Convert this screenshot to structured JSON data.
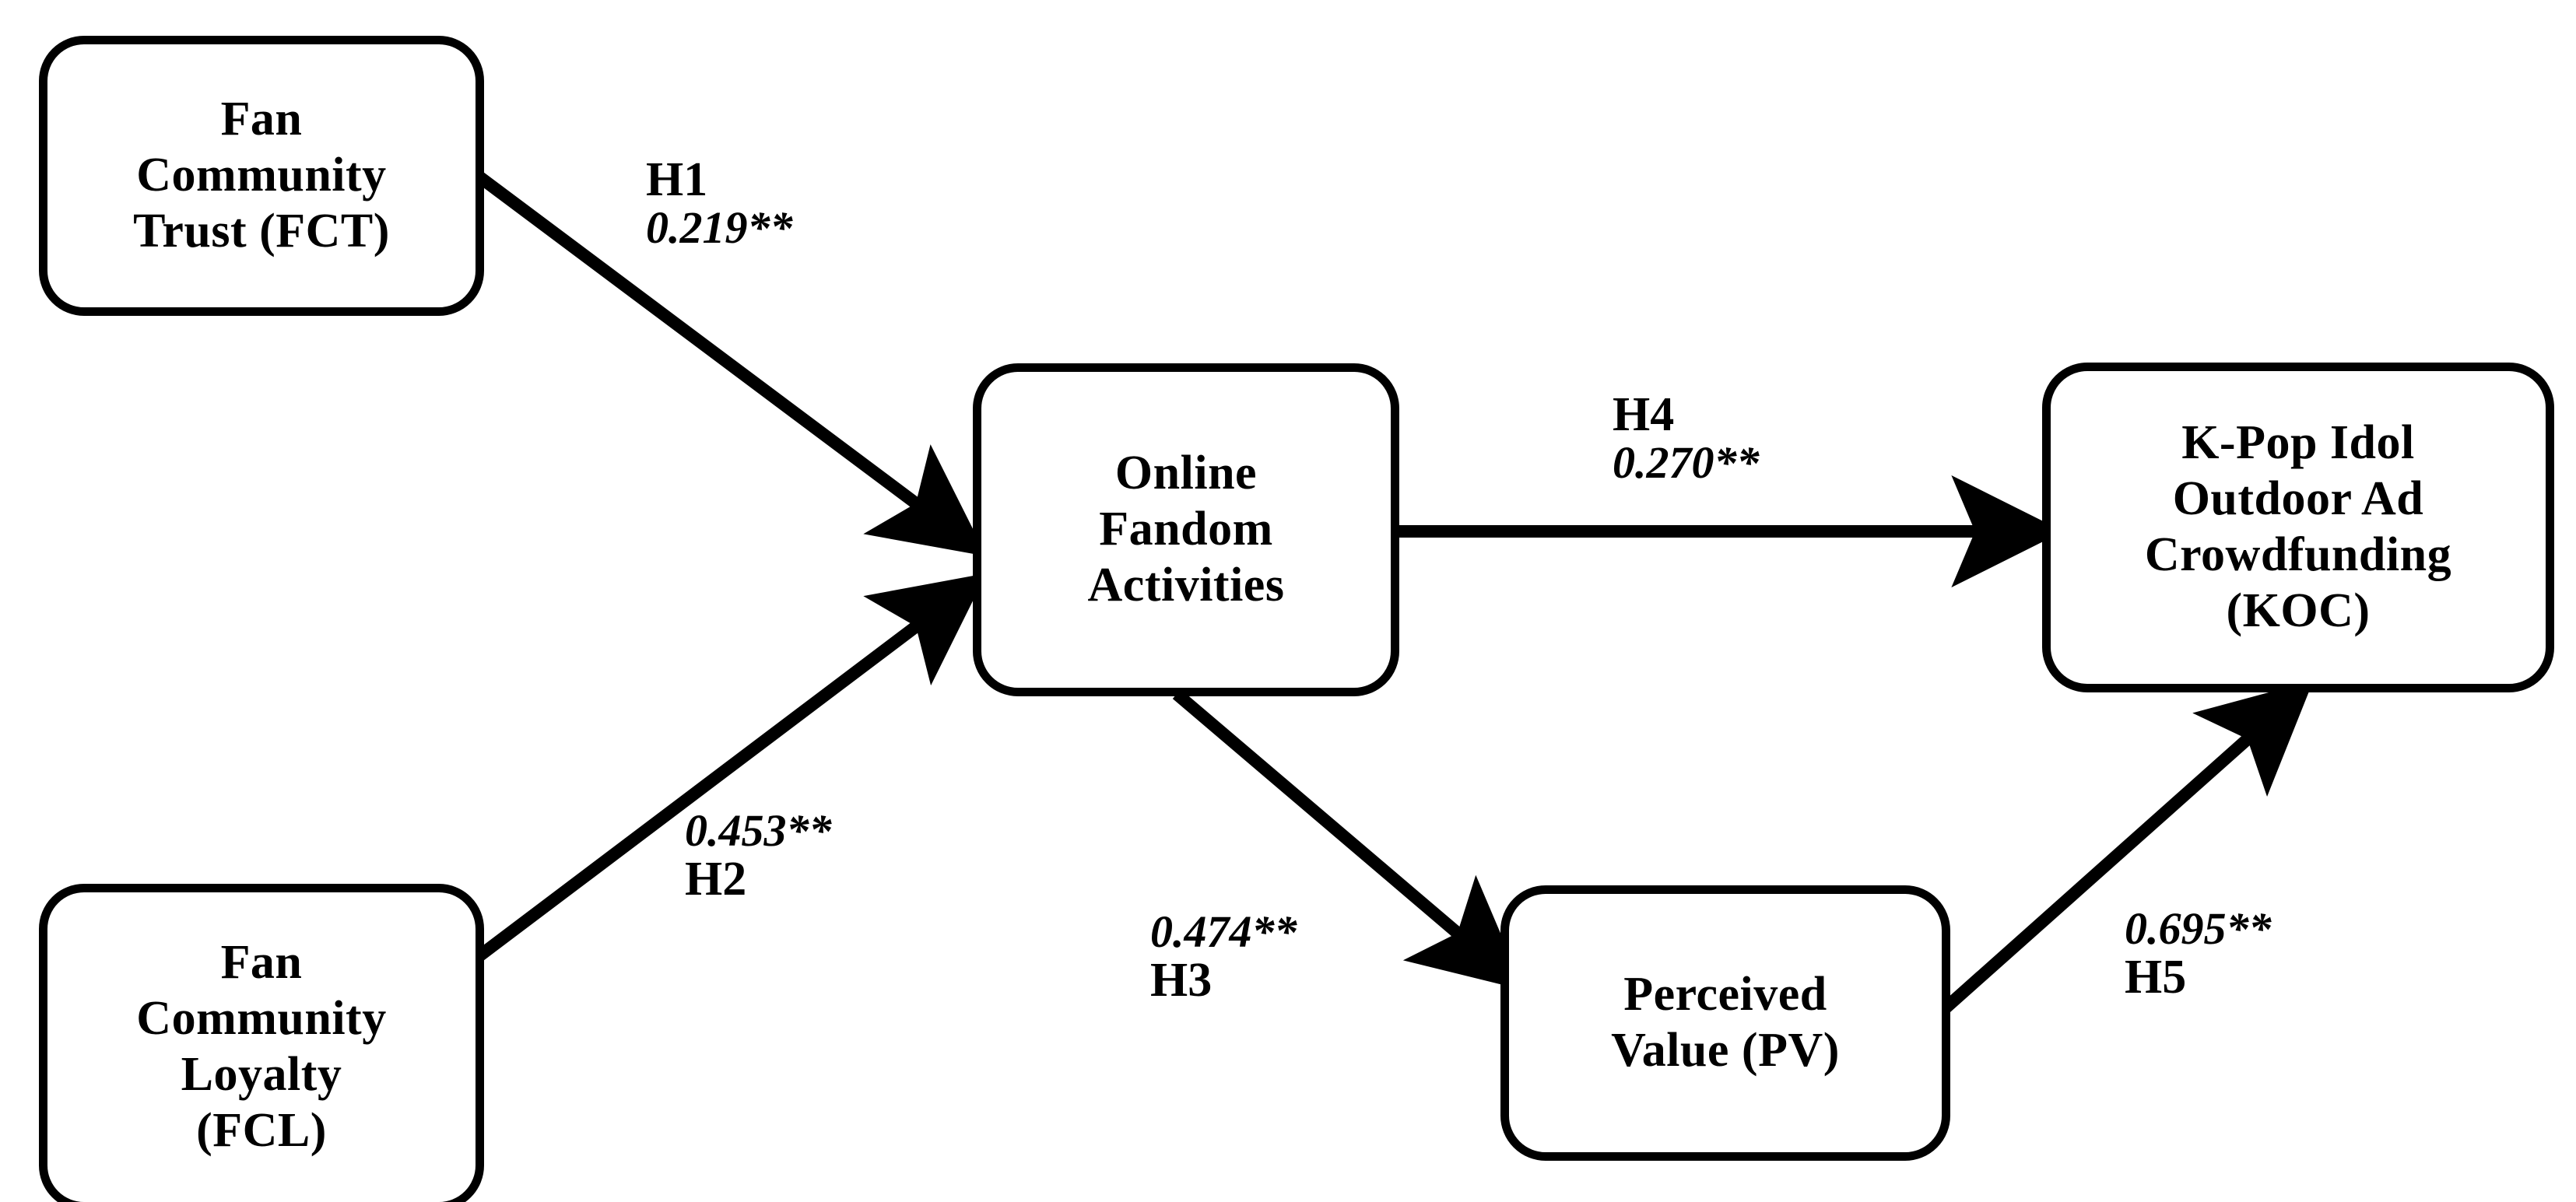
{
  "figure": {
    "type": "path-diagram",
    "background_color": "#FFFFFF",
    "line_color": "#000000"
  },
  "nodes": [
    {
      "id": "FCT",
      "label": "Fan\nCommunity\nTrust (FCT)",
      "name": "node-fan-community-trust"
    },
    {
      "id": "FCL",
      "label": "Fan\nCommunity\nLoyalty\n(FCL)",
      "name": "node-fan-community-loyalty"
    },
    {
      "id": "OFA",
      "label": "Online\nFandom\nActivities",
      "name": "node-online-fandom-activities"
    },
    {
      "id": "PV",
      "label": "Perceived\nValue (PV)",
      "name": "node-perceived-value"
    },
    {
      "id": "KOC",
      "label": "K-Pop Idol\nOutdoor Ad\nCrowdfunding\n(KOC)",
      "name": "node-kpop-idol-outdoor-ad-crowdfunding"
    }
  ],
  "paths": [
    {
      "hypothesis": "H1",
      "coefficient": "0.219**",
      "from": "FCT",
      "to": "OFA",
      "order": "hypothesis_first"
    },
    {
      "hypothesis": "H2",
      "coefficient": "0.453**",
      "from": "FCL",
      "to": "OFA",
      "order": "coefficient_first"
    },
    {
      "hypothesis": "H3",
      "coefficient": "0.474**",
      "from": "OFA",
      "to": "PV",
      "order": "coefficient_first"
    },
    {
      "hypothesis": "H4",
      "coefficient": "0.270**",
      "from": "OFA",
      "to": "KOC",
      "order": "hypothesis_first"
    },
    {
      "hypothesis": "H5",
      "coefficient": "0.695**",
      "from": "PV",
      "to": "KOC",
      "order": "coefficient_first"
    }
  ],
  "chart_data": {
    "type": "diagram",
    "title": "",
    "categories": [
      "H1",
      "H2",
      "H3",
      "H4",
      "H5"
    ],
    "values": [
      0.219,
      0.453,
      0.474,
      0.27,
      0.695
    ],
    "labels": [
      "0.219**",
      "0.453**",
      "0.474**",
      "0.270**",
      "0.695**"
    ],
    "edges": [
      {
        "hypothesis": "H1",
        "source": "Fan Community Trust (FCT)",
        "target": "Online Fandom Activities",
        "estimate": 0.219,
        "significance": "**"
      },
      {
        "hypothesis": "H2",
        "source": "Fan Community Loyalty (FCL)",
        "target": "Online Fandom Activities",
        "estimate": 0.453,
        "significance": "**"
      },
      {
        "hypothesis": "H3",
        "source": "Online Fandom Activities",
        "target": "Perceived Value (PV)",
        "estimate": 0.474,
        "significance": "**"
      },
      {
        "hypothesis": "H4",
        "source": "Online Fandom Activities",
        "target": "K-Pop Idol Outdoor Ad Crowdfunding (KOC)",
        "estimate": 0.27,
        "significance": "**"
      },
      {
        "hypothesis": "H5",
        "source": "Perceived Value (PV)",
        "target": "K-Pop Idol Outdoor Ad Crowdfunding (KOC)",
        "estimate": 0.695,
        "significance": "**"
      }
    ]
  }
}
